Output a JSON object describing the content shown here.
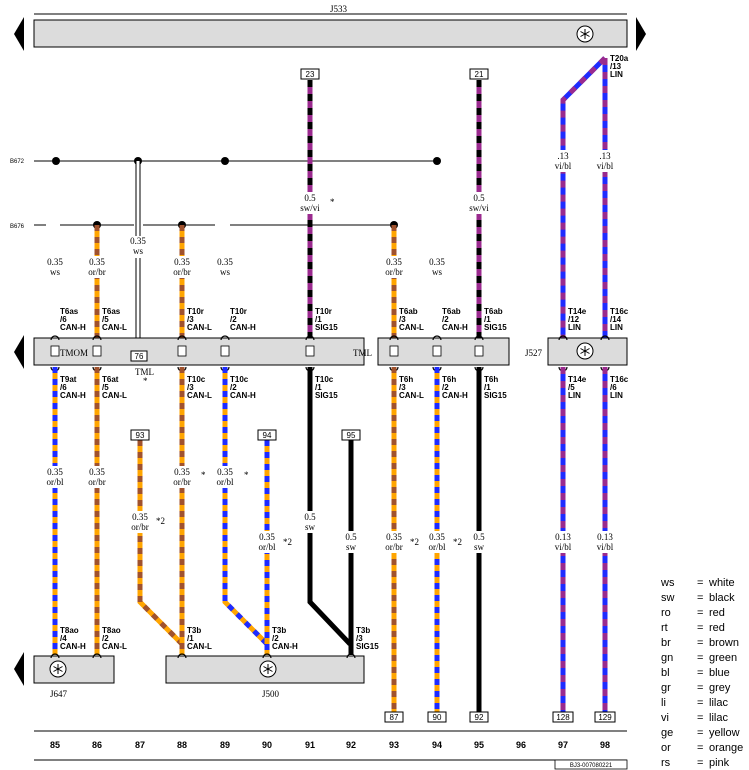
{
  "components": {
    "j533": "J533",
    "tmom": "TMOM",
    "tml_left": "TML",
    "tml_right": "TML",
    "j527": "J527",
    "j647": "J647",
    "j500": "J500"
  },
  "buses": {
    "b672": "B672",
    "b676": "B676"
  },
  "boxes": {
    "b23": "23",
    "b21": "21",
    "b93": "93",
    "b94": "94",
    "b95": "95",
    "b76": "76",
    "b87": "87",
    "b90": "90",
    "b92": "92",
    "b128": "128",
    "b129": "129"
  },
  "top_pins": {
    "t6as6": [
      "T6as",
      "/6",
      "CAN-H"
    ],
    "t6as5": [
      "T6as",
      "/5",
      "CAN-L"
    ],
    "t10r3": [
      "T10r",
      "/3",
      "CAN-L"
    ],
    "t10r2": [
      "T10r",
      "/2",
      "CAN-H"
    ],
    "t10r1": [
      "T10r",
      "/1",
      "SIG15"
    ],
    "t6ab3": [
      "T6ab",
      "/3",
      "CAN-L"
    ],
    "t6ab2": [
      "T6ab",
      "/2",
      "CAN-H"
    ],
    "t6ab1": [
      "T6ab",
      "/1",
      "SIG15"
    ],
    "t14e12": [
      "T14e",
      "/12",
      "LIN"
    ],
    "t16c14": [
      "T16c",
      "/14",
      "LIN"
    ],
    "t20a13": [
      "T20a",
      "/13",
      "LIN"
    ]
  },
  "bottom_pins": {
    "t9at6": [
      "T9at",
      "/6",
      "CAN-H"
    ],
    "t6at5": [
      "T6at",
      "/5",
      "CAN-L"
    ],
    "t10c3": [
      "T10c",
      "/3",
      "CAN-L"
    ],
    "t10c2": [
      "T10c",
      "/2",
      "CAN-H"
    ],
    "t10c1": [
      "T10c",
      "/1",
      "SIG15"
    ],
    "t6h3": [
      "T6h",
      "/3",
      "CAN-L"
    ],
    "t6h2": [
      "T6h",
      "/2",
      "CAN-H"
    ],
    "t6h1": [
      "T6h",
      "/1",
      "SIG15"
    ],
    "t14e5": [
      "T14e",
      "/5",
      "LIN"
    ],
    "t16c6": [
      "T16c",
      "/6",
      "LIN"
    ],
    "t8ao4": [
      "T8ao",
      "/4",
      "CAN-H"
    ],
    "t8ao2": [
      "T8ao",
      "/2",
      "CAN-L"
    ],
    "t3b1": [
      "T3b",
      "/1",
      "CAN-L"
    ],
    "t3b2": [
      "T3b",
      "/2",
      "CAN-H"
    ],
    "t3b3": [
      "T3b",
      "/3",
      "SIG15"
    ]
  },
  "wire_labels_upper": {
    "c85": [
      "0.35",
      "ws"
    ],
    "c86": [
      "0.35",
      "or/br"
    ],
    "c87": [
      "0.35",
      "ws"
    ],
    "c88": [
      "0.35",
      "or/br"
    ],
    "c89": [
      "0.35",
      "ws"
    ],
    "c91": [
      "0.5",
      "sw/vi"
    ],
    "c93": [
      "0.35",
      "or/br"
    ],
    "c94": [
      "0.35",
      "ws"
    ],
    "c95": [
      "0.5",
      "sw/vi"
    ],
    "c97": [
      ".13",
      "vi/bl"
    ],
    "c98": [
      ".13",
      "vi/bl"
    ]
  },
  "wire_labels_mid": {
    "c85": [
      "0.35",
      "or/bl"
    ],
    "c86": [
      "0.35",
      "or/br"
    ],
    "c88": [
      "0.35",
      "or/br"
    ],
    "c89": [
      "0.35",
      "or/bl"
    ]
  },
  "wire_labels_lower": {
    "c87": [
      "0.35",
      "or/br"
    ],
    "c90": [
      "0.35",
      "or/bl"
    ],
    "c91": [
      "0.5",
      "sw"
    ],
    "c92": [
      "0.5",
      "sw"
    ],
    "c93": [
      "0.35",
      "or/br"
    ],
    "c94": [
      "0.35",
      "or/bl"
    ],
    "c95": [
      "0.5",
      "sw"
    ],
    "c97": [
      "0.13",
      "vi/bl"
    ],
    "c98": [
      "0.13",
      "vi/bl"
    ]
  },
  "notes": {
    "star": "*",
    "star2": "*2"
  },
  "columns": [
    "85",
    "86",
    "87",
    "88",
    "89",
    "90",
    "91",
    "92",
    "93",
    "94",
    "95",
    "96",
    "97",
    "98"
  ],
  "legend": [
    [
      "ws",
      "=",
      "white"
    ],
    [
      "sw",
      "=",
      "black"
    ],
    [
      "ro",
      "=",
      "red"
    ],
    [
      "rt",
      "=",
      "red"
    ],
    [
      "br",
      "=",
      "brown"
    ],
    [
      "gn",
      "=",
      "green"
    ],
    [
      "bl",
      "=",
      "blue"
    ],
    [
      "gr",
      "=",
      "grey"
    ],
    [
      "li",
      "=",
      "lilac"
    ],
    [
      "vi",
      "=",
      "lilac"
    ],
    [
      "ge",
      "=",
      "yellow"
    ],
    [
      "or",
      "=",
      "orange"
    ],
    [
      "rs",
      "=",
      "pink"
    ]
  ],
  "drawing_code": "BJ3-007080221",
  "colors": {
    "orange": "#FFA500",
    "brown": "#A0522D",
    "blue": "#1E2BFF",
    "violet": "#9A2A8E",
    "black": "#000000",
    "white": "#FFFFFF",
    "module_grey": "#DCDCDC"
  }
}
